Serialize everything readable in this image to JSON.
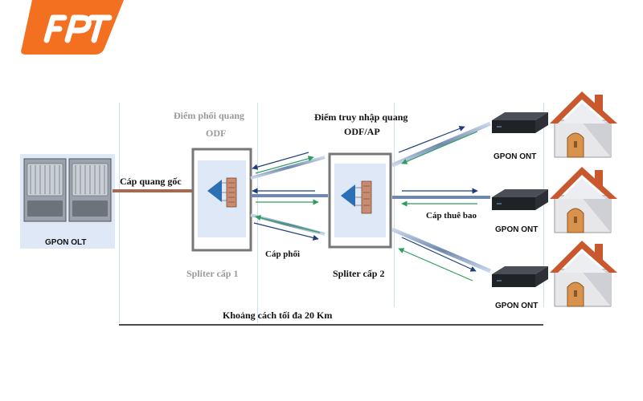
{
  "brand": {
    "logo_text": "FPT",
    "color": "#F37021"
  },
  "labels": {
    "odf_title": "Điểm phối quang",
    "odf_sub": "ODF",
    "ap_title": "Điểm truy nhập quang",
    "ap_sub": "ODF/AP",
    "feeder_cable": "Cáp quang gốc",
    "distribution_cable": "Cáp phối",
    "subscriber_cable": "Cáp thuê bao",
    "splitter1": "Spliter cấp 1",
    "splitter2": "Spliter cấp 2",
    "distance": "Khoảng cách tối đa 20 Km",
    "olt": "GPON OLT",
    "ont": "GPON ONT"
  },
  "colors": {
    "panel_bg": "#dfe8f6",
    "box_border": "#777777",
    "fiber": "#a56b52",
    "arrow_down": "#1f3d7a",
    "arrow_up": "#2e9e5e",
    "roof": "#c9582f",
    "wall": "#e7e7ea",
    "door": "#d9924b"
  }
}
